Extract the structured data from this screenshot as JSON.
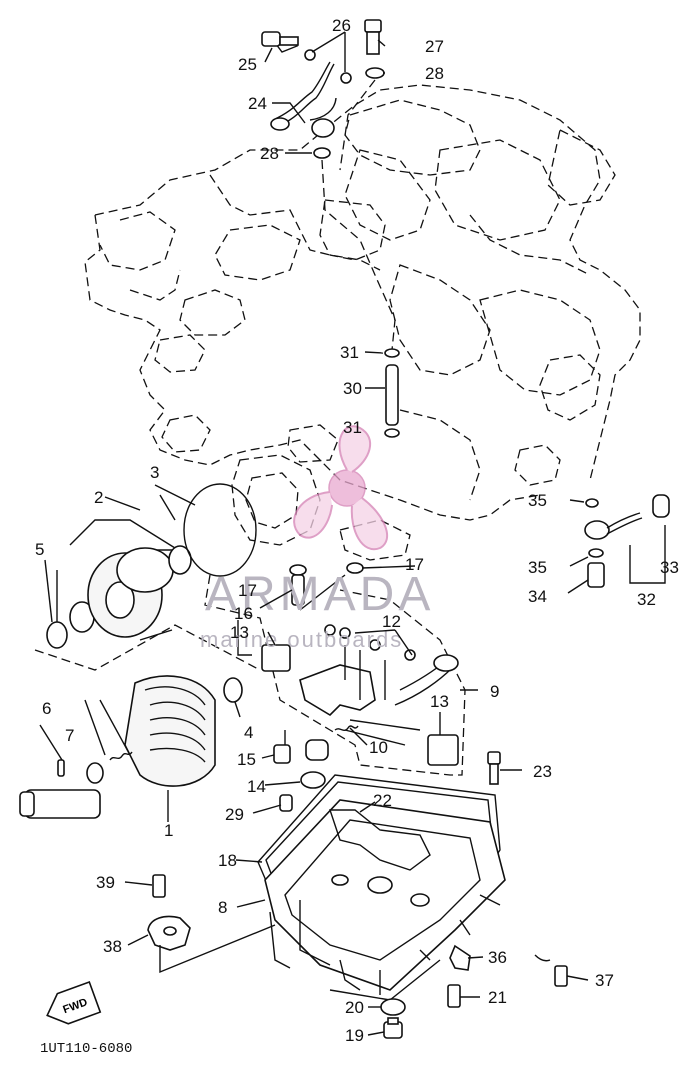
{
  "diagram": {
    "part_code": "1UT110-6080",
    "fwd_label": "FWD",
    "watermark": {
      "brand": "ARMADA",
      "tagline": "marine outboards",
      "logo": "propeller-logo"
    },
    "callouts": [
      "1",
      "2",
      "3",
      "4",
      "5",
      "6",
      "7",
      "8",
      "9",
      "10",
      "12",
      "13",
      "14",
      "15",
      "16",
      "17",
      "18",
      "19",
      "20",
      "21",
      "22",
      "23",
      "24",
      "25",
      "26",
      "27",
      "28",
      "29",
      "30",
      "31",
      "32",
      "33",
      "34",
      "35",
      "36",
      "37",
      "38",
      "39"
    ],
    "labels": {
      "n1": "1",
      "n2": "2",
      "n3": "3",
      "n4": "4",
      "n5": "5",
      "n6": "6",
      "n7": "7",
      "n8": "8",
      "n9": "9",
      "n10": "10",
      "n12": "12",
      "n13a": "13",
      "n13b": "13",
      "n14": "14",
      "n15": "15",
      "n16": "16",
      "n17a": "17",
      "n17b": "17",
      "n18": "18",
      "n19": "19",
      "n20": "20",
      "n21": "21",
      "n22": "22",
      "n23": "23",
      "n24": "24",
      "n25": "25",
      "n26": "26",
      "n27": "27",
      "n28a": "28",
      "n28b": "28",
      "n29": "29",
      "n30": "30",
      "n31a": "31",
      "n31b": "31",
      "n32": "32",
      "n33": "33",
      "n34": "34",
      "n35a": "35",
      "n35b": "35",
      "n36": "36",
      "n37": "37",
      "n38": "38",
      "n39": "39"
    }
  }
}
